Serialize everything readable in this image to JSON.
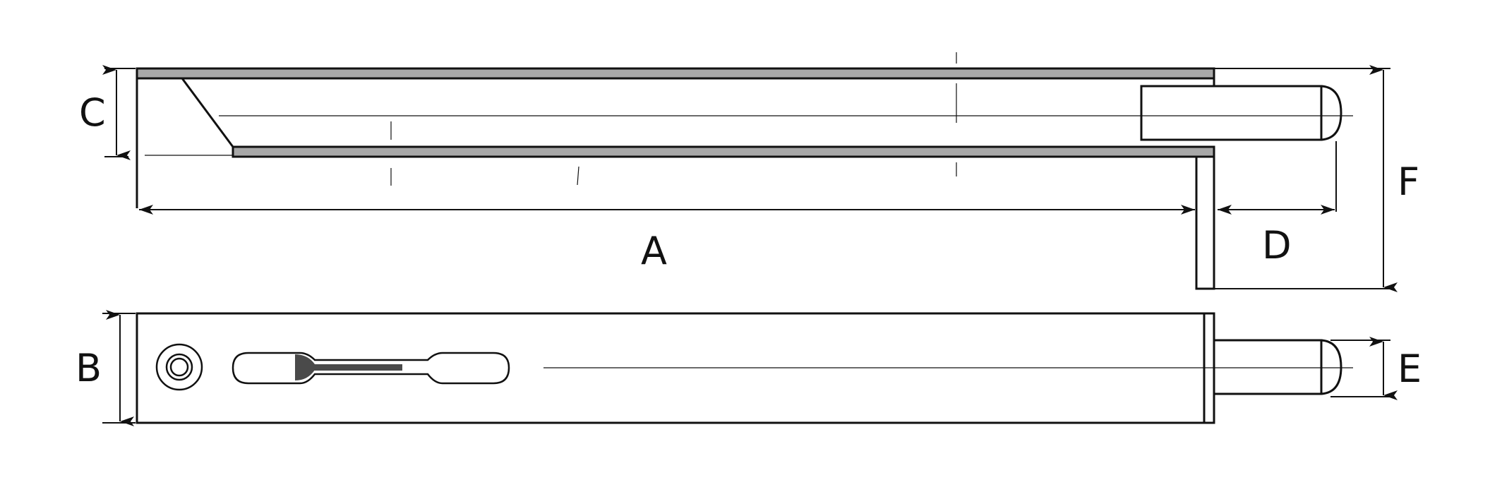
{
  "labels": {
    "a": "A",
    "b": "B",
    "c": "C",
    "d": "D",
    "e": "E",
    "f": "F"
  },
  "colors": {
    "stroke": "#111111",
    "flange_fill": "#a8a8a8",
    "slot_fill": "#4a4a4a",
    "background": "#ffffff"
  },
  "icons": {
    "arrowhead": "arrowhead-icon"
  }
}
